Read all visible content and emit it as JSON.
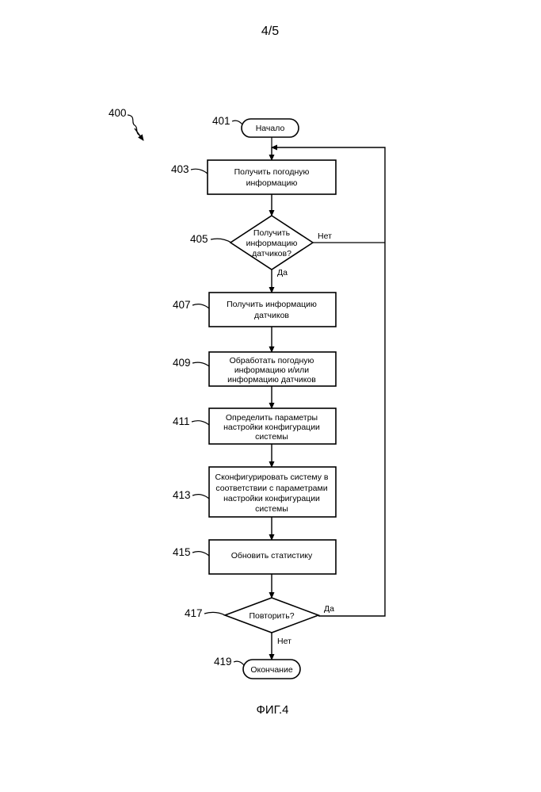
{
  "page_number": "4/5",
  "figure_caption": "ФИГ.4",
  "figure_ref": "400",
  "nodes": {
    "start": {
      "ref": "401",
      "lines": [
        "Начало"
      ]
    },
    "get_weather": {
      "ref": "403",
      "lines": [
        "Получить погодную",
        "информацию"
      ]
    },
    "decide_sensors": {
      "ref": "405",
      "lines": [
        "Получить",
        "информацию",
        "датчиков?"
      ]
    },
    "get_sensors": {
      "ref": "407",
      "lines": [
        "Получить информацию",
        "датчиков"
      ]
    },
    "process": {
      "ref": "409",
      "lines": [
        "Обработать погодную",
        "информацию и/или",
        "информацию датчиков"
      ]
    },
    "determine": {
      "ref": "411",
      "lines": [
        "Определить параметры",
        "настройки конфигурации",
        "системы"
      ]
    },
    "configure": {
      "ref": "413",
      "lines": [
        "Сконфигурировать систему в",
        "соответствии с параметрами",
        "настройки конфигурации",
        "системы"
      ]
    },
    "update": {
      "ref": "415",
      "lines": [
        "Обновить статистику"
      ]
    },
    "decide_repeat": {
      "ref": "417",
      "lines": [
        "Повторить?"
      ]
    },
    "end": {
      "ref": "419",
      "lines": [
        "Окончание"
      ]
    }
  },
  "edge_labels": {
    "sensors_no": "Нет",
    "sensors_yes": "Да",
    "repeat_yes": "Да",
    "repeat_no": "Нет"
  }
}
